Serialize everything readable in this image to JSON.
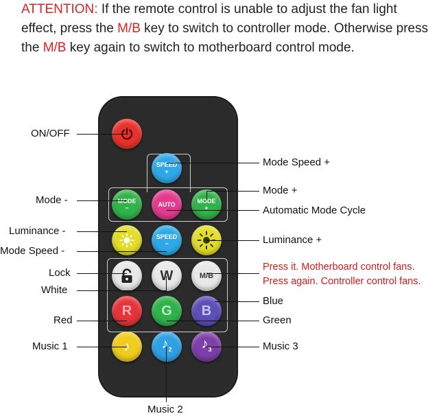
{
  "attention": {
    "prefix": "ATTENTION:",
    "part1": " If the remote control is unable to adjust the fan light effect, press the ",
    "key1": "M/B",
    "part2": " key to switch to controller mode. Otherwise press the ",
    "key2": "M/B",
    "part3": " key again to switch to motherboard control mode."
  },
  "buttons": {
    "speed_plus": {
      "line1": "SPEED",
      "line2": "+"
    },
    "mode_minus": {
      "line1": "MODE",
      "line2": "−"
    },
    "auto": "AUTO",
    "mode_plus": {
      "line1": "MODE",
      "line2": "+"
    },
    "speed_minus": {
      "line1": "SPEED",
      "line2": "−"
    },
    "white": "W",
    "mb": "M/B",
    "red": "R",
    "green": "G",
    "blue": "B",
    "music1": "♪",
    "music2": "♪",
    "music2_sub": "2",
    "music3": "♪",
    "music3_sub": "3"
  },
  "labels": {
    "on_off": "ON/OFF",
    "mode_speed_plus": "Mode Speed +",
    "mode_minus": "Mode -",
    "mode_plus": "Mode +",
    "auto_cycle": "Automatic Mode Cycle",
    "lum_minus": "Luminance -",
    "lum_plus": "Luminance +",
    "mode_speed_minus": "Mode Speed -",
    "lock": "Lock",
    "white": "White",
    "press1": "Press it. Motherboard control fans.",
    "press2": "Press again. Controller control fans.",
    "blue": "Blue",
    "red": "Red",
    "green": "Green",
    "music1": "Music 1",
    "music3": "Music 3",
    "music2": "Music 2"
  },
  "colors": {
    "power": "#e8322c",
    "speed": "#2ea8e8",
    "mode": "#31b24a",
    "auto": "#e23a8f",
    "lum": "#e3dd2a",
    "white": "#e8e8e8",
    "red": "#e6343a",
    "green": "#2fb24b",
    "blue": "#5b4fb8",
    "music1": "#f0cc20",
    "music2": "#2ea1e4",
    "music3": "#7d3fa8",
    "attention_red": "#e02020"
  },
  "icons": [
    "power-icon",
    "sun-dim-icon",
    "sun-bright-icon",
    "lock-icon",
    "music-note-icon"
  ]
}
